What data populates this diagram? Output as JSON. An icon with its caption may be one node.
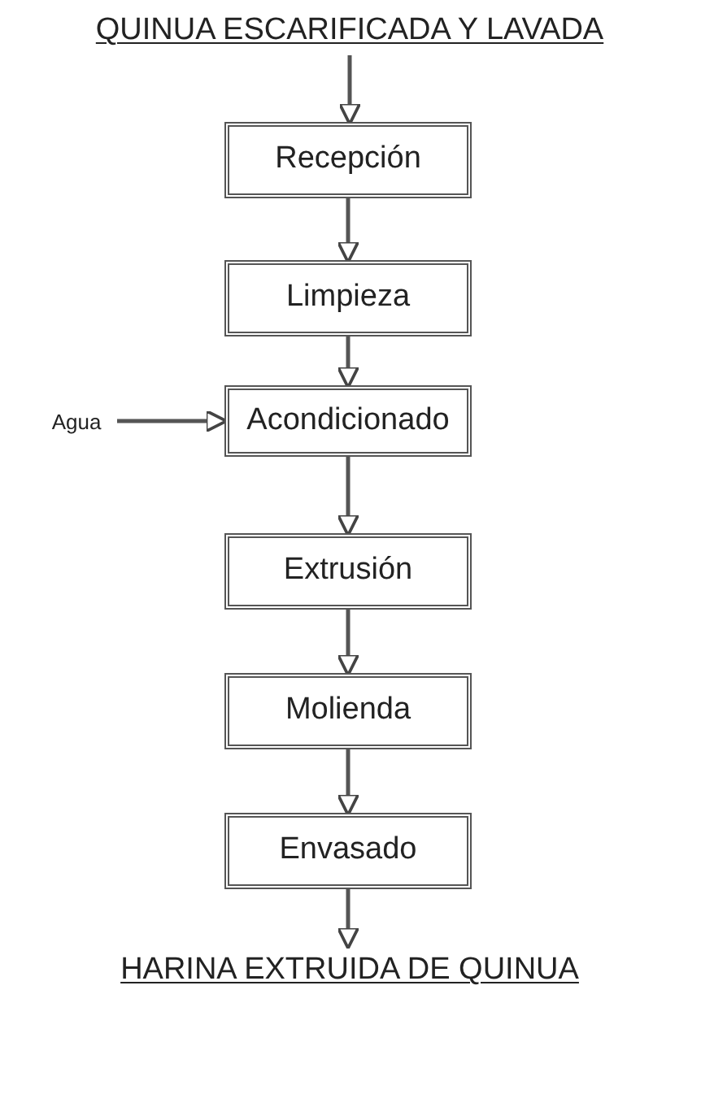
{
  "diagram": {
    "nodes": [
      {
        "text": [
          "QUINUA ESCARIFICADA Y LAVADA"
        ]
      },
      {
        "text": [
          "Recepción"
        ]
      },
      {
        "text": [
          "Limpieza"
        ]
      },
      {
        "text": [
          "Acondicionado"
        ]
      },
      {
        "text": [
          "Extrusión"
        ]
      },
      {
        "text": [
          "Molienda"
        ]
      },
      {
        "text": [
          "Envasado"
        ]
      },
      {
        "text": [
          "Agua"
        ]
      },
      {
        "text": [
          "HARINA EXTRUIDA DE QUINUA"
        ]
      }
    ],
    "edges": [
      {
        "from": 0,
        "to": 1,
        "arrow": "to"
      },
      {
        "from": 1,
        "to": 2,
        "arrow": "to"
      },
      {
        "from": 2,
        "to": 3,
        "arrow": "to"
      },
      {
        "from": 3,
        "to": 4,
        "arrow": "to"
      },
      {
        "from": 4,
        "to": 5,
        "arrow": "to"
      },
      {
        "from": 5,
        "to": 6,
        "arrow": "to"
      },
      {
        "from": 6,
        "to": 8,
        "arrow": "to"
      },
      {
        "from": 7,
        "to": 3,
        "arrow": "to"
      }
    ]
  }
}
